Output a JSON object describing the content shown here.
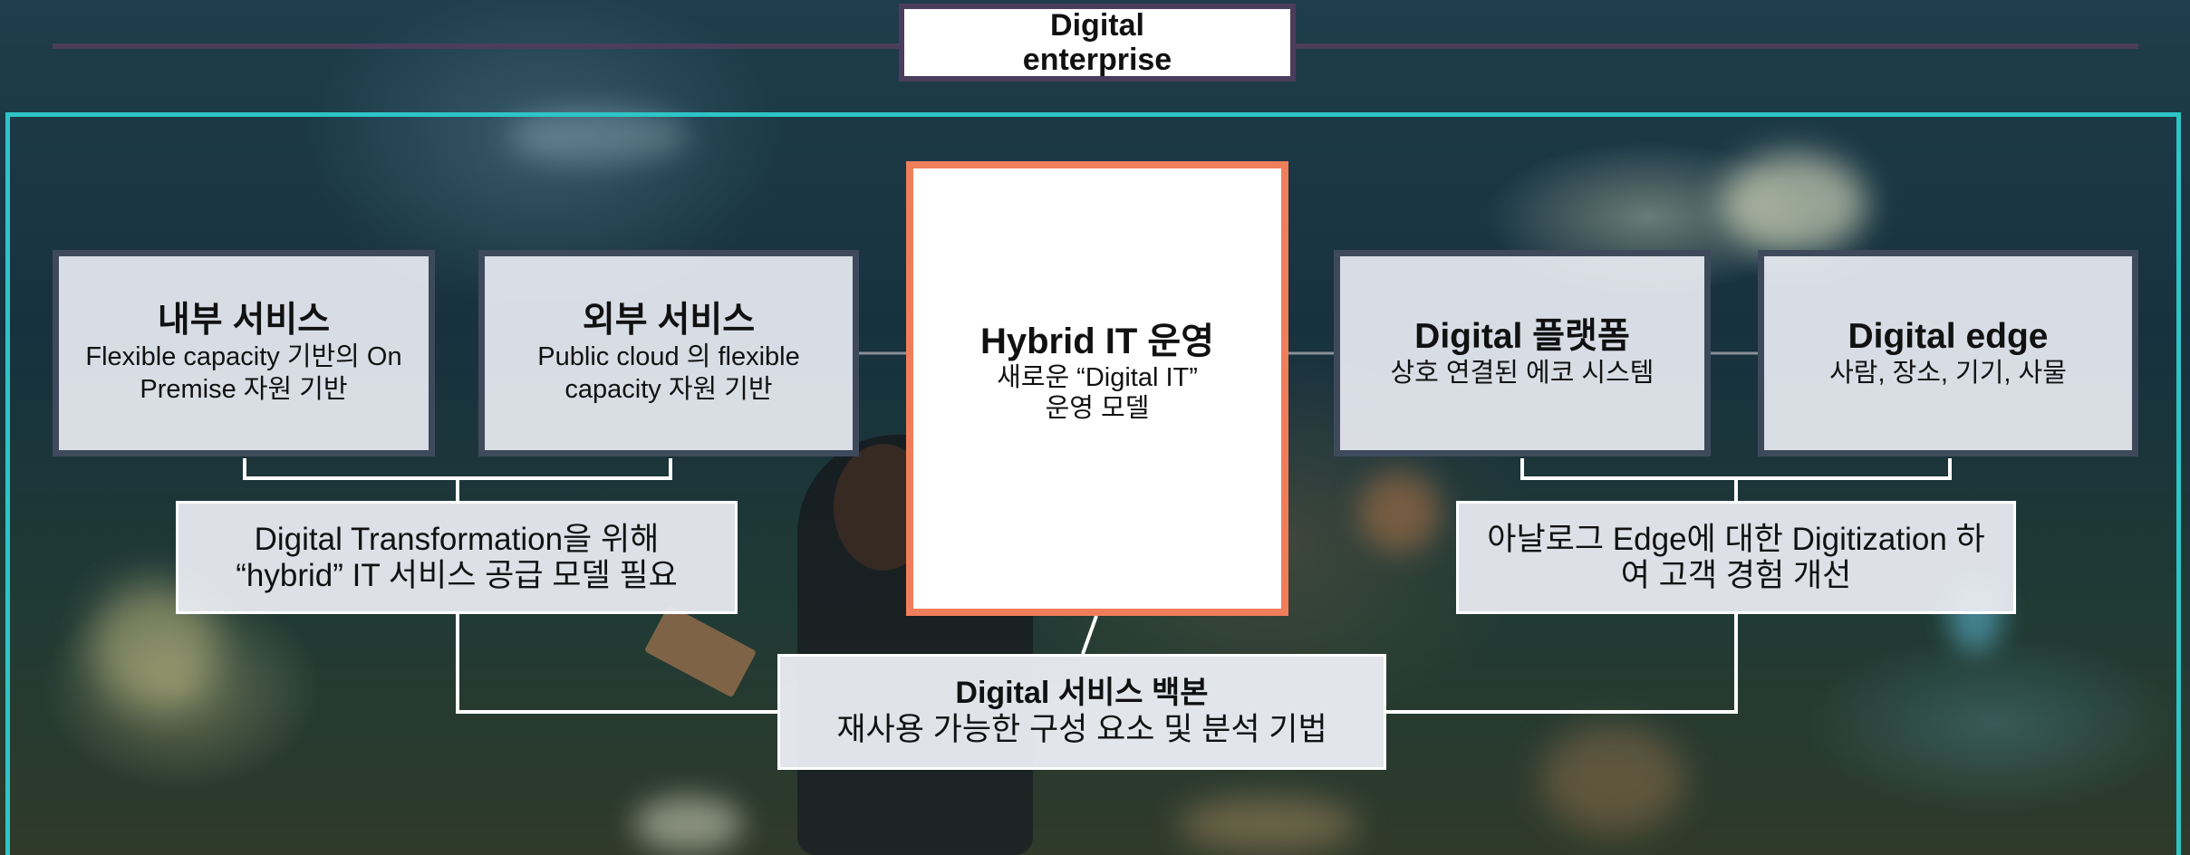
{
  "title": {
    "text": "Digital enterprise"
  },
  "center": {
    "title": "Hybrid IT 운영",
    "subtitle": "새로운 “Digital IT” 운영 모델"
  },
  "boxes": [
    {
      "title": "내부 서비스",
      "subtitle": "Flexible capacity 기반의 On Premise 자원 기반"
    },
    {
      "title": "외부 서비스",
      "subtitle": "Public cloud 의 flexible capacity 자원 기반"
    },
    {
      "title": "Digital 플랫폼",
      "subtitle": "상호 연결된 에코 시스템"
    },
    {
      "title": "Digital edge",
      "subtitle": "사람, 장소, 기기, 사물"
    }
  ],
  "notes": [
    {
      "text": "Digital Transformation을 위해 “hybrid” IT 서비스 공급 모델 필요"
    },
    {
      "text": "아날로그 Edge에 대한 Digitization 하여 고객 경험 개선"
    }
  ],
  "backbone": {
    "title": "Digital 서비스 백본",
    "subtitle": "재사용 가능한 구성 요소 및 분석 기법"
  },
  "colors": {
    "frame": "#2ec4c6",
    "title_border": "#4b3d5c",
    "center_border": "#f07e5a",
    "box_border": "#3e4a5c"
  }
}
